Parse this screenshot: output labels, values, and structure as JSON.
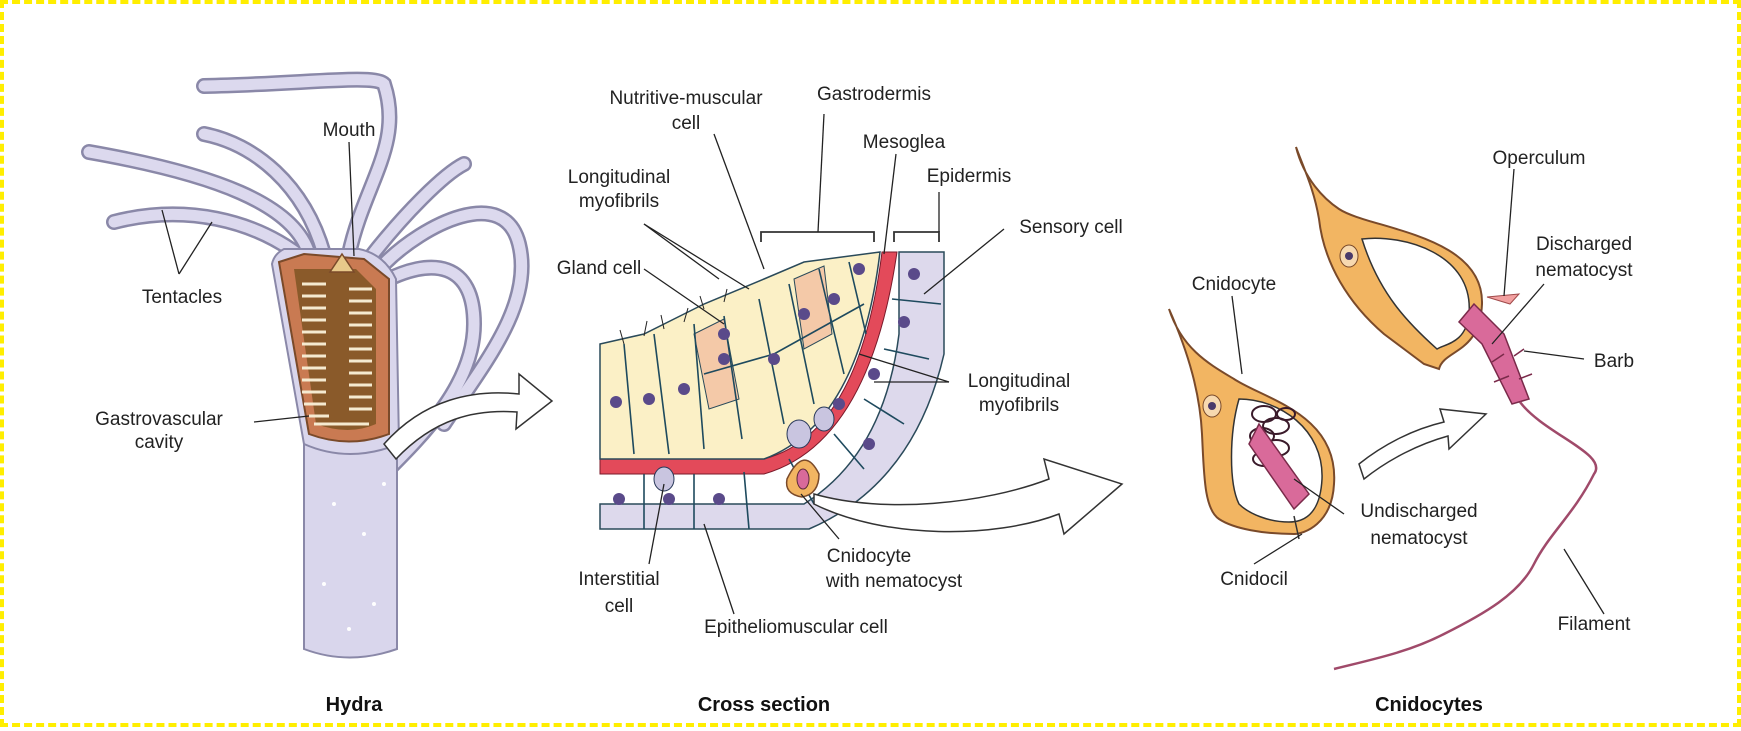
{
  "panels": {
    "hydra": {
      "caption": "Hydra",
      "labels": {
        "mouth": "Mouth",
        "tentacles": "Tentacles",
        "gastrovascular_1": "Gastrovascular",
        "gastrovascular_2": "cavity"
      }
    },
    "cross_section": {
      "caption": "Cross section",
      "labels": {
        "nutritive_1": "Nutritive-muscular",
        "nutritive_2": "cell",
        "gastrodermis": "Gastrodermis",
        "mesoglea": "Mesoglea",
        "epidermis": "Epidermis",
        "longitudinal_a1": "Longitudinal",
        "longitudinal_a2": "myofibrils",
        "sensory_cell": "Sensory cell",
        "gland_cell": "Gland cell",
        "longitudinal_b1": "Longitudinal",
        "longitudinal_b2": "myofibrils",
        "interstitial_1": "Interstitial",
        "interstitial_2": "cell",
        "cnidocyte_nem_1": "Cnidocyte",
        "cnidocyte_nem_2": "with nematocyst",
        "epitheliomuscular": "Epitheliomuscular cell"
      }
    },
    "cnidocytes": {
      "caption": "Cnidocytes",
      "labels": {
        "operculum": "Operculum",
        "discharged_1": "Discharged",
        "discharged_2": "nematocyst",
        "cnidocyte": "Cnidocyte",
        "barb": "Barb",
        "undischarged_1": "Undischarged",
        "undischarged_2": "nematocyst",
        "cnidocil": "Cnidocil",
        "filament": "Filament"
      }
    }
  },
  "colors": {
    "border": "#ffee00",
    "hydra_body": "#d9d6ec",
    "hydra_outline": "#8a88a8",
    "cavity": "#8a5a2a",
    "gastrodermis_cell": "#fbf0c6",
    "gland_cell": "#f4c9a8",
    "mesoglea": "#e34a5a",
    "epidermis_cell": "#ddd9ec",
    "nucleus": "#5a4a8a",
    "cnidocyte": "#f2b562",
    "nematocyst": "#d96a9a",
    "filament": "#a04a6a"
  }
}
